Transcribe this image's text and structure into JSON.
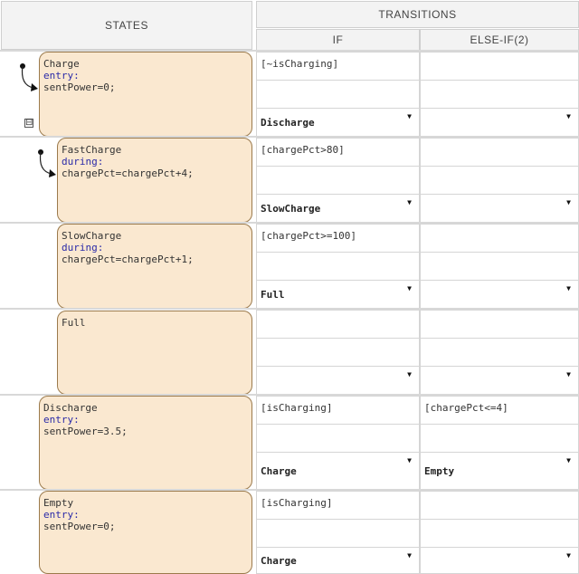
{
  "headers": {
    "states": "STATES",
    "transitions": "TRANSITIONS",
    "if": "IF",
    "elseif": "ELSE-IF(2)"
  },
  "rows": [
    {
      "name": "Charge",
      "keyword": "entry:",
      "action": "sentPower=0;",
      "if_condition": "[~isCharging]",
      "if_target": "Discharge",
      "else_condition": "",
      "else_target": ""
    },
    {
      "name": "FastCharge",
      "keyword": "during:",
      "action": "chargePct=chargePct+4;",
      "if_condition": "[chargePct>80]",
      "if_target": "SlowCharge",
      "else_condition": "",
      "else_target": ""
    },
    {
      "name": "SlowCharge",
      "keyword": "during:",
      "action": "chargePct=chargePct+1;",
      "if_condition": "[chargePct>=100]",
      "if_target": "Full",
      "else_condition": "",
      "else_target": ""
    },
    {
      "name": "Full",
      "keyword": "",
      "action": "",
      "if_condition": "",
      "if_target": "",
      "else_condition": "",
      "else_target": ""
    },
    {
      "name": "Discharge",
      "keyword": "entry:",
      "action": "sentPower=3.5;",
      "if_condition": "[isCharging]",
      "if_target": "Charge",
      "else_condition": "[chargePct<=4]",
      "else_target": "Empty"
    },
    {
      "name": "Empty",
      "keyword": "entry:",
      "action": "sentPower=0;",
      "if_condition": "[isCharging]",
      "if_target": "Charge",
      "else_condition": "",
      "else_target": ""
    }
  ],
  "icons": {
    "collapse": "⊟",
    "dropdown": "▼"
  }
}
